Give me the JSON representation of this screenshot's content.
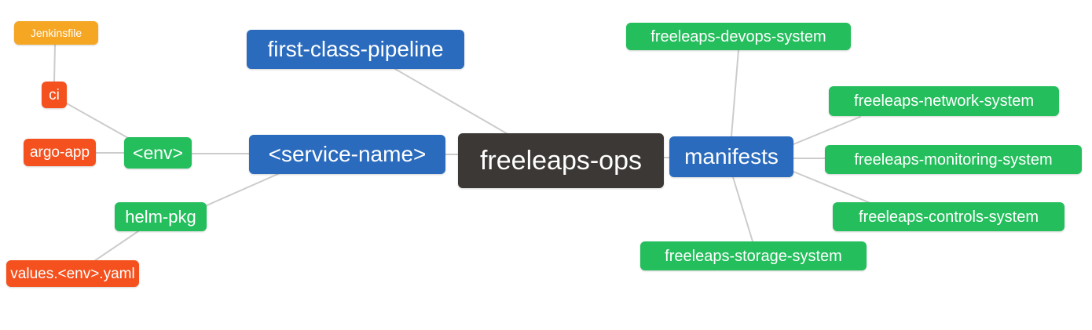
{
  "diagram": {
    "type": "mindmap",
    "root_label": "freeleaps-ops",
    "background_color": "#FFFFFF",
    "edge_color": "#CCCCCC",
    "palette": {
      "root": "#3C3835",
      "level1_blue": "#2A6BBD",
      "level2_green": "#24BE5C",
      "level3_red": "#F4511E",
      "level4_orange": "#F5A623",
      "node_text": "#FFFFFF"
    },
    "nodes": {
      "freeleaps_ops": {
        "label": "freeleaps-ops",
        "color": "#3C3835"
      },
      "first_class_pipeline": {
        "label": "first-class-pipeline",
        "color": "#2A6BBD"
      },
      "service_name": {
        "label": "<service-name>",
        "color": "#2A6BBD"
      },
      "manifests": {
        "label": "manifests",
        "color": "#2A6BBD"
      },
      "env": {
        "label": "<env>",
        "color": "#24BE5C"
      },
      "helm_pkg": {
        "label": "helm-pkg",
        "color": "#24BE5C"
      },
      "ci": {
        "label": "ci",
        "color": "#F4511E"
      },
      "argo_app": {
        "label": "argo-app",
        "color": "#F4511E"
      },
      "values_env_yaml": {
        "label": "values.<env>.yaml",
        "color": "#F4511E"
      },
      "jenkinsfile": {
        "label": "Jenkinsfile",
        "color": "#F5A623"
      },
      "devops_system": {
        "label": "freeleaps-devops-system",
        "color": "#24BE5C"
      },
      "network_system": {
        "label": "freeleaps-network-system",
        "color": "#24BE5C"
      },
      "monitoring_system": {
        "label": "freeleaps-monitoring-system",
        "color": "#24BE5C"
      },
      "controls_system": {
        "label": "freeleaps-controls-system",
        "color": "#24BE5C"
      },
      "storage_system": {
        "label": "freeleaps-storage-system",
        "color": "#24BE5C"
      }
    },
    "edges": [
      {
        "from": "jenkinsfile",
        "to": "ci"
      },
      {
        "from": "ci",
        "to": "env"
      },
      {
        "from": "argo_app",
        "to": "env"
      },
      {
        "from": "env",
        "to": "service_name"
      },
      {
        "from": "helm_pkg",
        "to": "service_name"
      },
      {
        "from": "values_env_yaml",
        "to": "helm_pkg"
      },
      {
        "from": "first_class_pipeline",
        "to": "freeleaps_ops"
      },
      {
        "from": "service_name",
        "to": "freeleaps_ops"
      },
      {
        "from": "manifests",
        "to": "freeleaps_ops"
      },
      {
        "from": "devops_system",
        "to": "manifests"
      },
      {
        "from": "network_system",
        "to": "manifests"
      },
      {
        "from": "monitoring_system",
        "to": "manifests"
      },
      {
        "from": "controls_system",
        "to": "manifests"
      },
      {
        "from": "storage_system",
        "to": "manifests"
      }
    ]
  }
}
